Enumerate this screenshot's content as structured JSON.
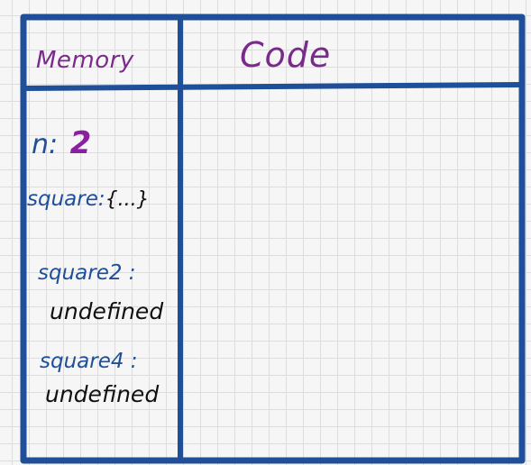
{
  "headers": {
    "memory": "Memory",
    "code": "Code"
  },
  "memory": {
    "n_label": "n:",
    "n_value": "2",
    "square_label": "square:",
    "square_value": "{...}",
    "square2_label": "square2 :",
    "square2_value": "undefined",
    "square4_label": "square4 :",
    "square4_value": "undefined"
  },
  "colors": {
    "frame": "#1f4f98",
    "header_text": "#7a2a8a",
    "variable_text": "#1f4f98",
    "value_text": "#111111",
    "number_text": "#8a1fa2",
    "grid": "#dddddd"
  }
}
